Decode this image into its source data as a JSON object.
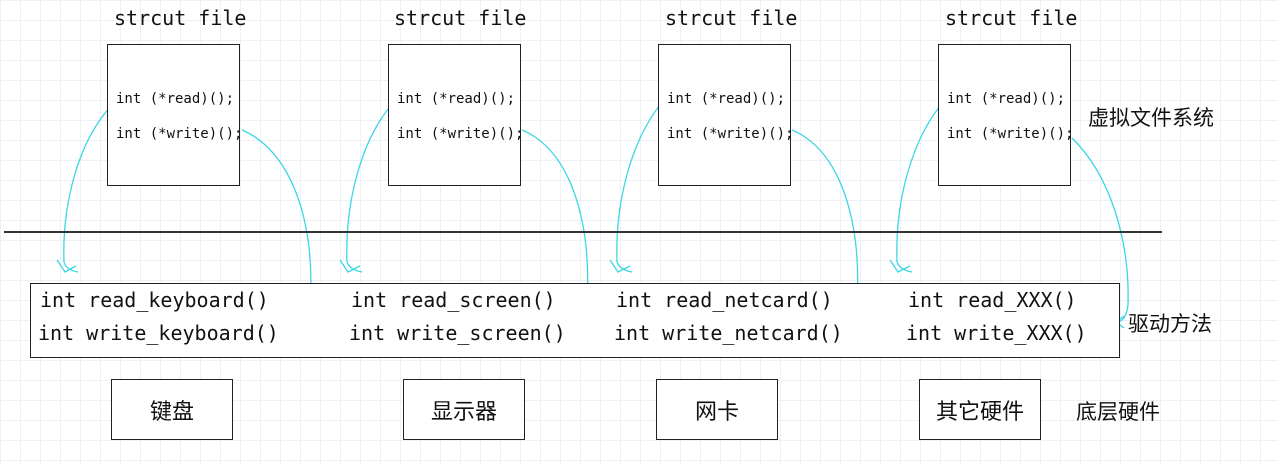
{
  "vfs": {
    "layer_label": "虚拟文件系统",
    "structs": [
      {
        "title": "strcut file",
        "read_fn": "int (*read)();",
        "write_fn": "int (*write)();"
      },
      {
        "title": "strcut file",
        "read_fn": "int (*read)();",
        "write_fn": "int (*write)();"
      },
      {
        "title": "strcut file",
        "read_fn": "int (*read)();",
        "write_fn": "int (*write)();"
      },
      {
        "title": "strcut file",
        "read_fn": "int (*read)();",
        "write_fn": "int (*write)();"
      }
    ]
  },
  "driver": {
    "layer_label": "驱动方法",
    "groups": [
      {
        "read": "int read_keyboard()",
        "write": "int write_keyboard()"
      },
      {
        "read": "int read_screen()",
        "write": "int write_screen()"
      },
      {
        "read": "int read_netcard()",
        "write": "int write_netcard()"
      },
      {
        "read": "int read_XXX()",
        "write": "int write_XXX()"
      }
    ]
  },
  "hardware": {
    "layer_label": "底层硬件",
    "devices": [
      "键盘",
      "显示器",
      "网卡",
      "其它硬件"
    ]
  },
  "colors": {
    "arrow": "#3cd6e4",
    "border": "#222222"
  }
}
